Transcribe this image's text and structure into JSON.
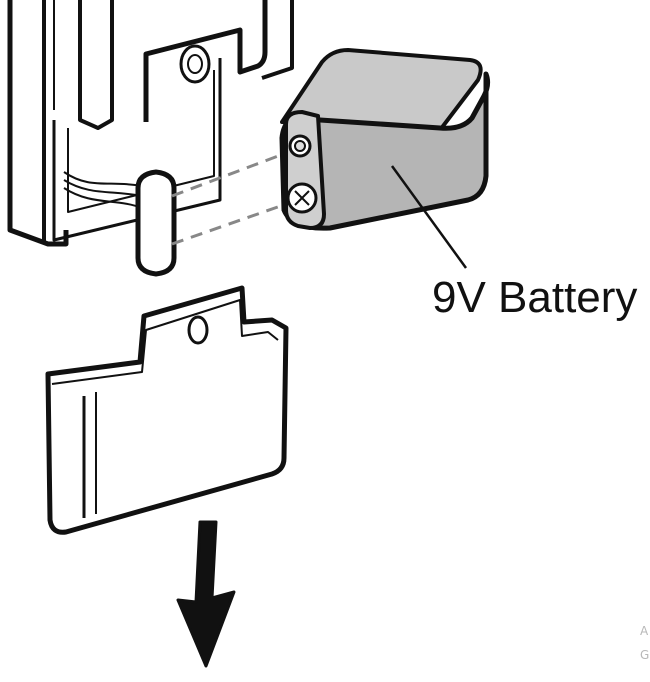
{
  "label": {
    "battery": "9V Battery"
  },
  "corner": {
    "line1": "A",
    "line2": "G"
  },
  "icons": {
    "battery": "9v-battery-icon",
    "arrow": "down-arrow-icon"
  },
  "colors": {
    "battery_fill": "#b5b5b5",
    "stroke": "#111111",
    "background": "#ffffff"
  }
}
